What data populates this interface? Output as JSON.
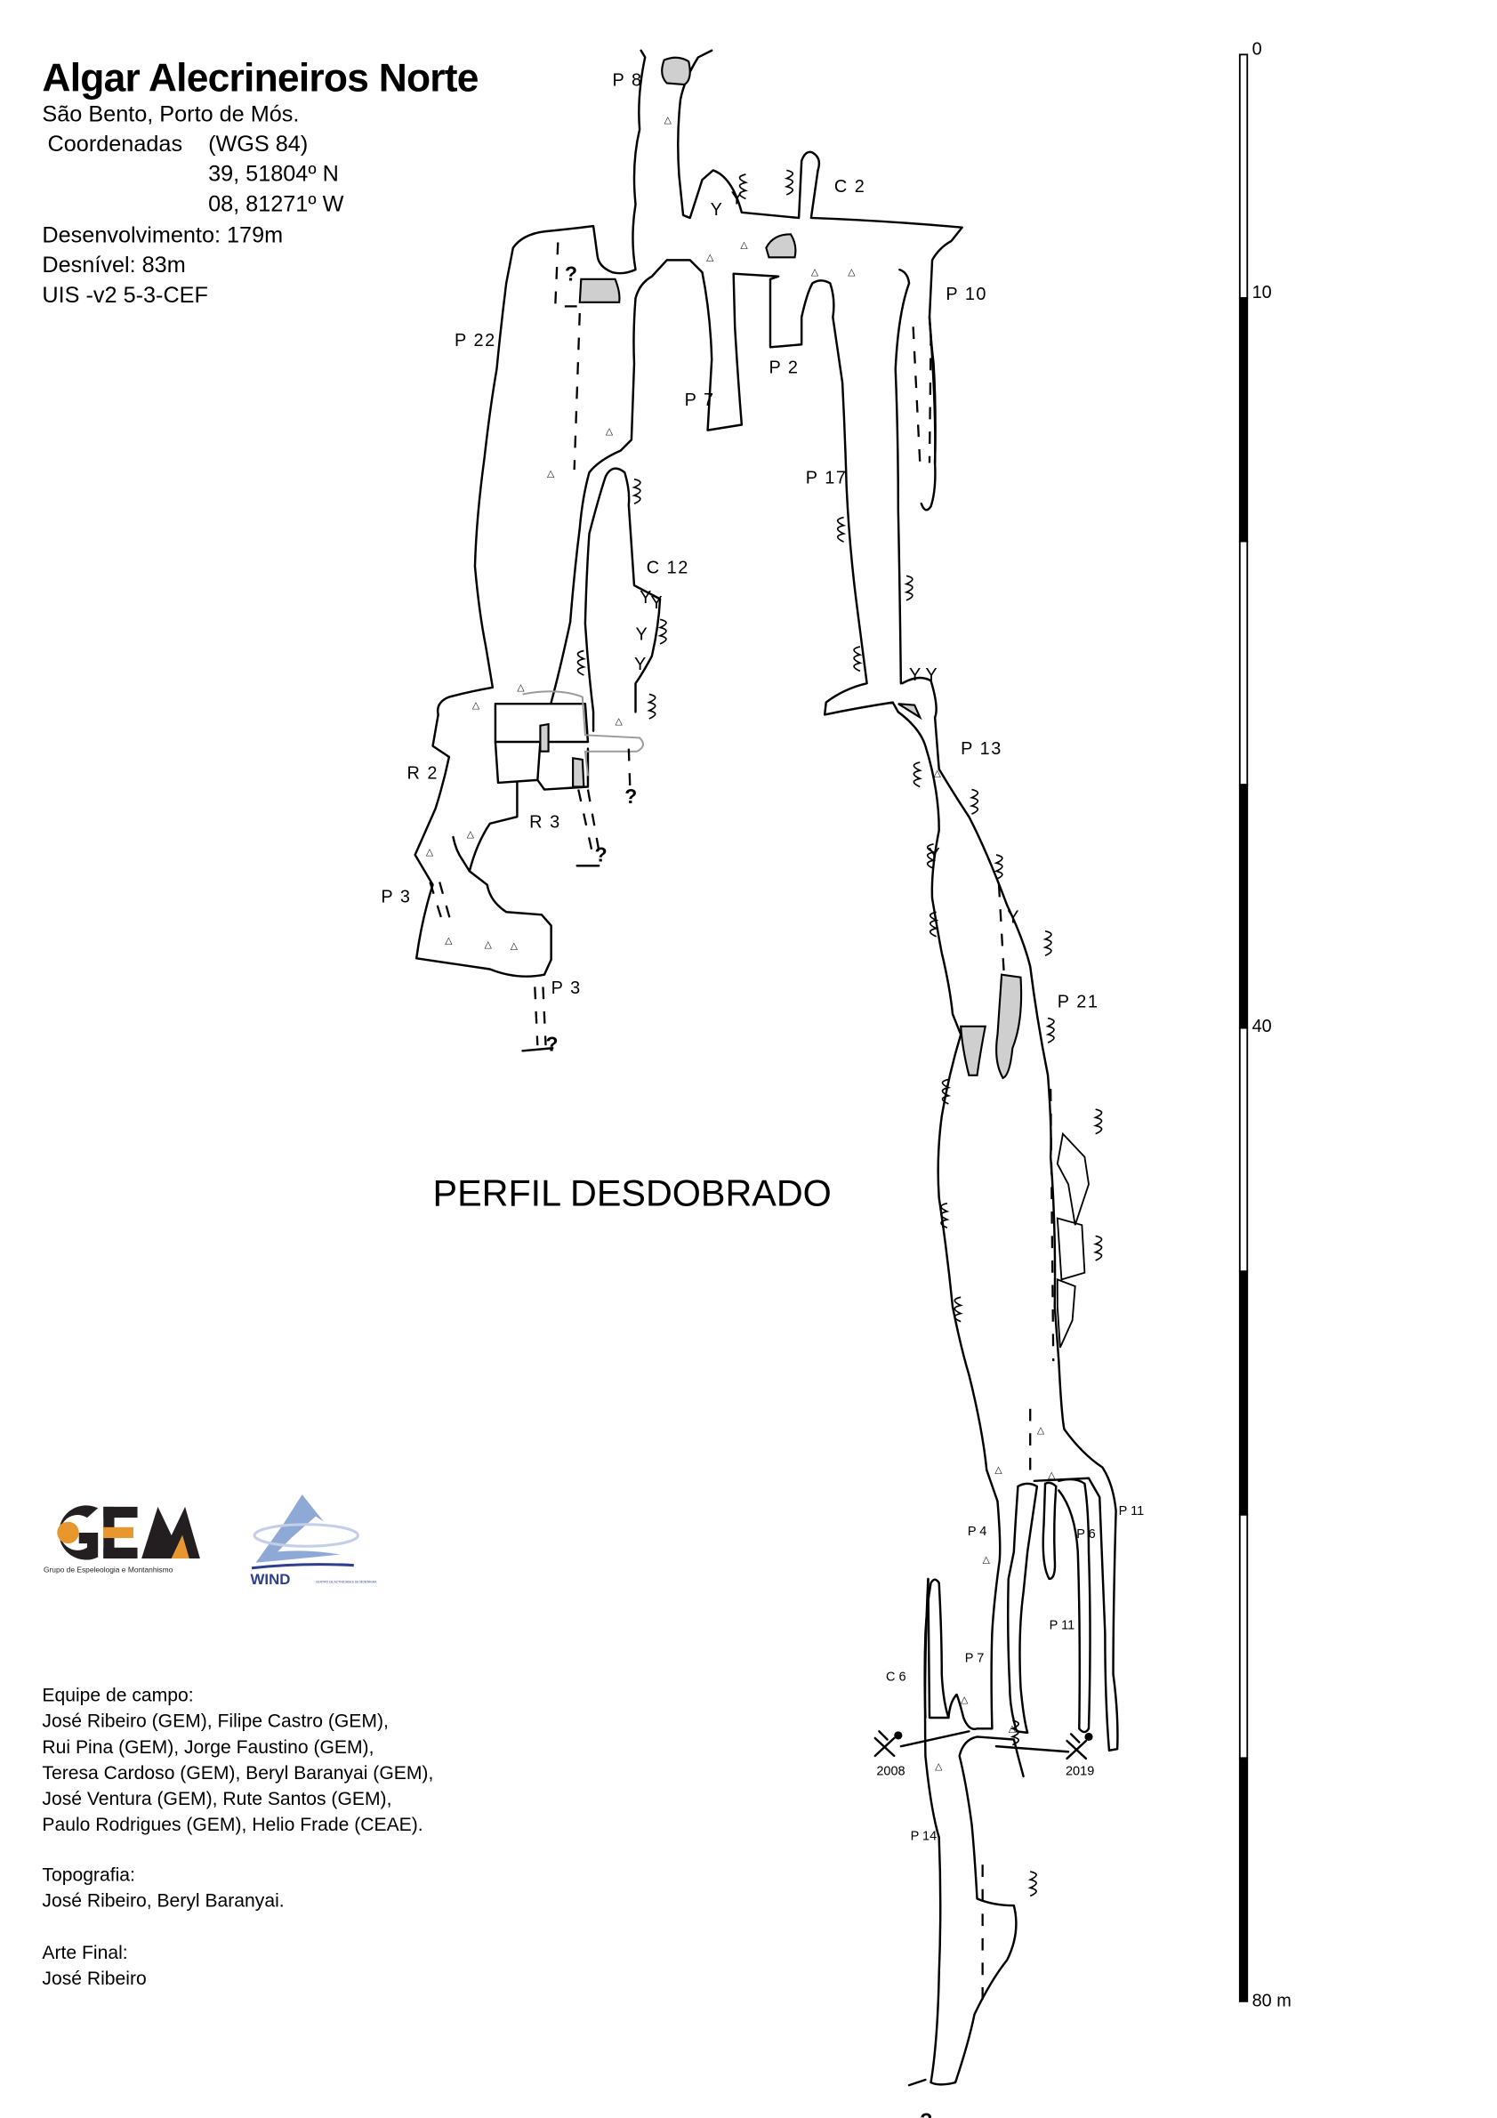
{
  "header": {
    "title": "Algar Alecrineiros Norte",
    "location": "São Bento, Porto de Mós.",
    "coords_label": "Coordenadas",
    "datum": "(WGS 84)",
    "latitude": "39, 51804º N",
    "longitude": "08, 81271º W",
    "development": "Desenvolvimento: 179m",
    "depth": "Desnível: 83m",
    "uis_grade": "UIS -v2 5-3-CEF"
  },
  "map": {
    "view_title": "PERFIL DESDOBRADO",
    "labels": {
      "p8": "P 8",
      "c2": "C 2",
      "p10": "P 10",
      "p22": "P 22",
      "p2": "P 2",
      "p7_top": "P 7",
      "p17": "P 17",
      "c12": "C 12",
      "p13": "P 13",
      "r2": "R 2",
      "r3": "R 3",
      "p3_a": "P 3",
      "p3_b": "P 3",
      "p21": "P 21",
      "p11_a": "P 11",
      "p4": "P 4",
      "p6": "P 6",
      "p11_b": "P 11",
      "p7_bottom": "P 7",
      "c6": "C 6",
      "p14": "P 14"
    },
    "unknown_marker": "?",
    "survey_markers": [
      {
        "year": "2008",
        "icon": "pick-and-shovel-icon"
      },
      {
        "year": "2019",
        "icon": "pick-and-shovel-icon"
      }
    ],
    "colors": {
      "line": "#000000",
      "boulder_fill": "#cfcfcf",
      "older_survey": "#9a9a9a"
    }
  },
  "scale_bar": {
    "unit": "m",
    "max": 80,
    "segment": 10,
    "labels": {
      "zero": "0",
      "ten": "10",
      "forty": "40",
      "eighty": "80 m"
    }
  },
  "logos": {
    "gem": {
      "text": "GEM",
      "subtitle": "Grupo de Espeleologia e Montanhismo",
      "colors": {
        "dark": "#231f20",
        "accent": "#e8962e"
      }
    },
    "wind": {
      "text": "WIND",
      "subtitle": "CENTRO DE ACTIVIDADES DE MONTANHA",
      "colors": {
        "blue": "#2f3f8f",
        "light": "#8fa9d6"
      }
    }
  },
  "credits": {
    "field_team_label": "Equipe de campo:",
    "field_team": [
      "José Ribeiro (GEM), Filipe Castro (GEM),",
      "Rui Pina (GEM), Jorge Faustino (GEM),",
      "Teresa Cardoso (GEM), Beryl Baranyai (GEM),",
      "José Ventura (GEM), Rute Santos (GEM),",
      "Paulo Rodrigues (GEM), Helio Frade (CEAE)."
    ],
    "survey_label": "Topografia:",
    "survey": "José Ribeiro, Beryl Baranyai.",
    "artwork_label": "Arte Final:",
    "artwork": "José Ribeiro"
  }
}
